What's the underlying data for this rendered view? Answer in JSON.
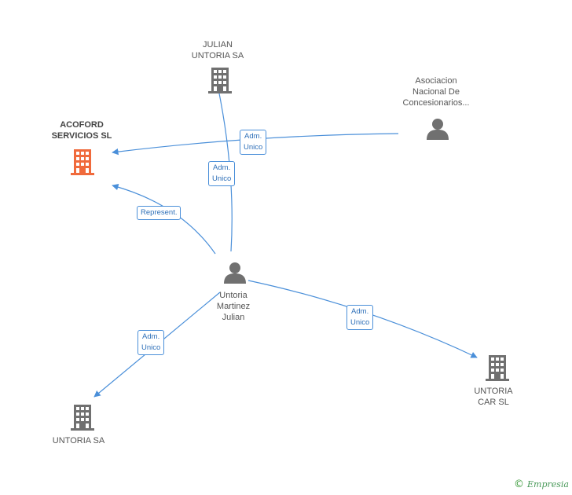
{
  "colors": {
    "edge": "#4a8fd9",
    "node_icon": "#707070",
    "focus_icon": "#f06a3c"
  },
  "nodes": [
    {
      "id": "acoford",
      "label": "ACOFORD\nSERVICIOS SL",
      "type": "company",
      "focus": true
    },
    {
      "id": "julian_untoria_sa",
      "label": "JULIAN\nUNTORIA SA",
      "type": "company",
      "focus": false
    },
    {
      "id": "asociacion",
      "label": "Asociacion\nNacional De\nConcesionarios...",
      "type": "person",
      "focus": false
    },
    {
      "id": "untoria_martinez",
      "label": "Untoria\nMartinez\nJulian",
      "type": "person",
      "focus": false
    },
    {
      "id": "untoria_sa",
      "label": "UNTORIA SA",
      "type": "company",
      "focus": false
    },
    {
      "id": "untoria_car",
      "label": "UNTORIA\nCAR  SL",
      "type": "company",
      "focus": false
    }
  ],
  "edges": [
    {
      "from": "asociacion",
      "to": "acoford",
      "label": "Adm.\nUnico"
    },
    {
      "from": "untoria_martinez",
      "to": "julian_untoria_sa",
      "label": "Adm.\nUnico"
    },
    {
      "from": "untoria_martinez",
      "to": "acoford",
      "label": "Represent."
    },
    {
      "from": "untoria_martinez",
      "to": "untoria_sa",
      "label": "Adm.\nUnico"
    },
    {
      "from": "untoria_martinez",
      "to": "untoria_car",
      "label": "Adm.\nUnico"
    }
  ],
  "brand": {
    "symbol": "©",
    "name": "Empresia"
  }
}
